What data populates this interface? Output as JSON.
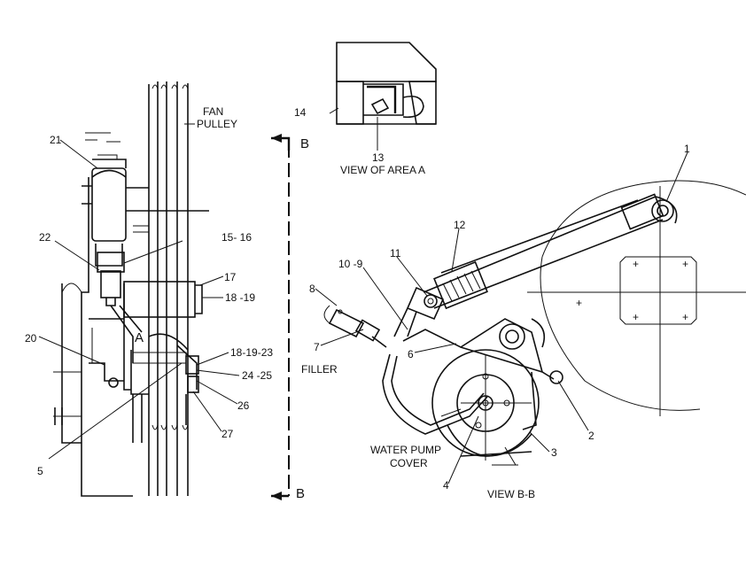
{
  "labels": {
    "fan_pulley_1": "FAN",
    "fan_pulley_2": "PULLEY",
    "view_area_a": "VIEW OF AREA A",
    "view_bb": "VIEW B-B",
    "filler": "FILLER",
    "water_pump_1": "WATER PUMP",
    "water_pump_2": "COVER",
    "section_b_top": "B",
    "section_b_bottom": "B",
    "area_a": "A"
  },
  "callouts": {
    "c1": "1",
    "c2": "2",
    "c3": "3",
    "c4": "4",
    "c5": "5",
    "c6": "6",
    "c7": "7",
    "c8": "8",
    "c10_9": "10 -9",
    "c11": "11",
    "c12": "12",
    "c13": "13",
    "c14": "14",
    "c15_16": "15- 16",
    "c17": "17",
    "c18_19": "18 -19",
    "c18_19_23": "18-19-23",
    "c20": "20",
    "c21": "21",
    "c22": "22",
    "c24_25": "24 -25",
    "c26": "26",
    "c27": "27"
  }
}
